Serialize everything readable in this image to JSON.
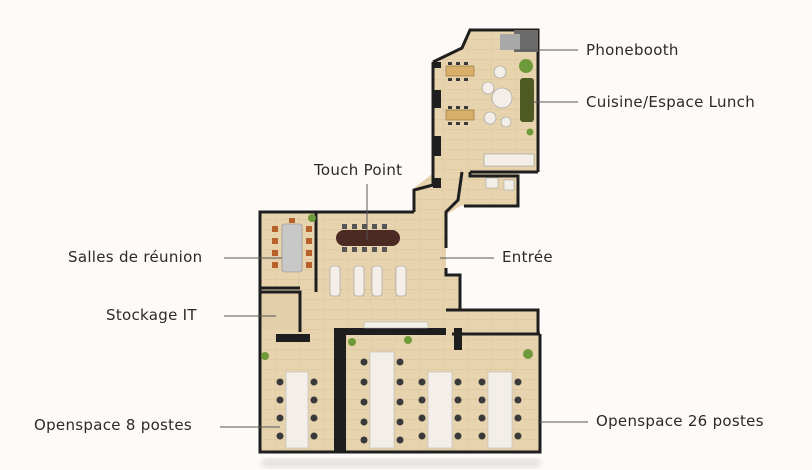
{
  "labels": {
    "phonebooth": "Phonebooth",
    "cuisine": "Cuisine/Espace Lunch",
    "touch_point": "Touch Point",
    "salles_reunion": "Salles de réunion",
    "entree": "Entrée",
    "stockage_it": "Stockage IT",
    "openspace_8": "Openspace 8 postes",
    "openspace_26": "Openspace 26 postes"
  },
  "colors": {
    "background": "#fdfaf8",
    "wall": "#1e1e1e",
    "floor": "#e6d3ae",
    "desk": "#f3efe8",
    "chair": "#3a3a3a",
    "meeting_chair": "#b8612a",
    "sofa": "#4d5a22",
    "plant": "#6f9a3b",
    "leader_line": "#555555"
  }
}
